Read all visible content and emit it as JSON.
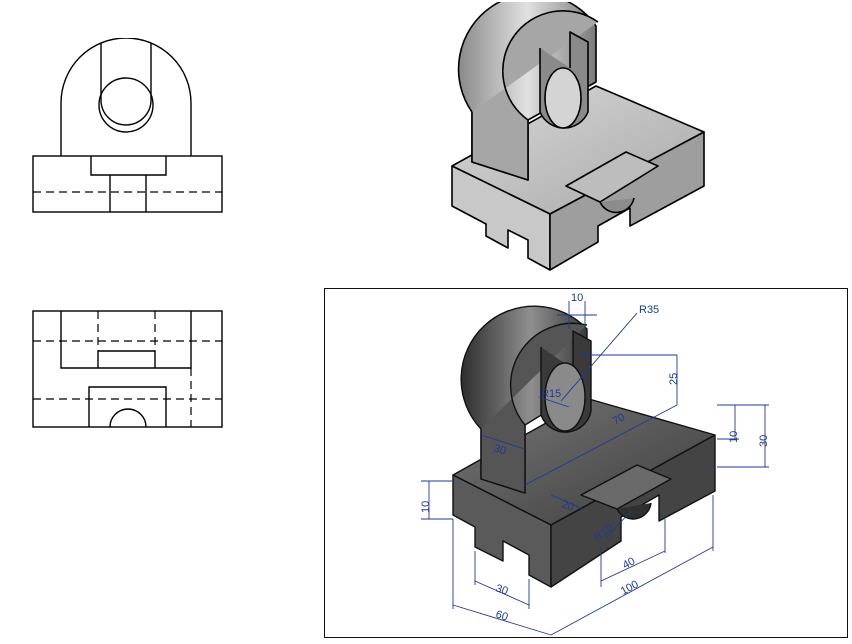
{
  "drawing": {
    "dimensions": {
      "d10_top": "10",
      "r35": "R35",
      "r15": "R15",
      "d25": "25",
      "d70": "70",
      "d30_left": "30",
      "d10_right": "10",
      "d30_right": "30",
      "d20": "20",
      "d10_left": "10",
      "r10": "R10",
      "d40": "40",
      "d100": "100",
      "d30_bottom": "30",
      "d60": "60"
    }
  }
}
